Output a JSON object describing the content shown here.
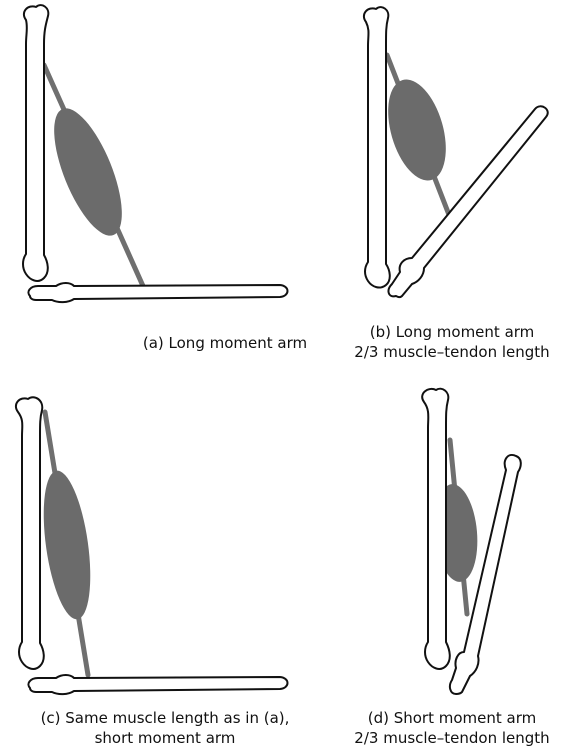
{
  "panels": {
    "a": {
      "caption_line1": "(a) Long moment arm",
      "caption_line2": ""
    },
    "b": {
      "caption_line1": "(b) Long moment arm",
      "caption_line2": "2/3 muscle–tendon length"
    },
    "c": {
      "caption_line1": "(c) Same muscle length as in (a),",
      "caption_line2": "short moment arm"
    },
    "d": {
      "caption_line1": "(d) Short moment arm",
      "caption_line2": "2/3 muscle–tendon length"
    }
  },
  "colors": {
    "muscle": "#6b6b6b",
    "tendon": "#6f6f6f",
    "bone_outline": "#111111",
    "bone_fill": "#ffffff"
  }
}
